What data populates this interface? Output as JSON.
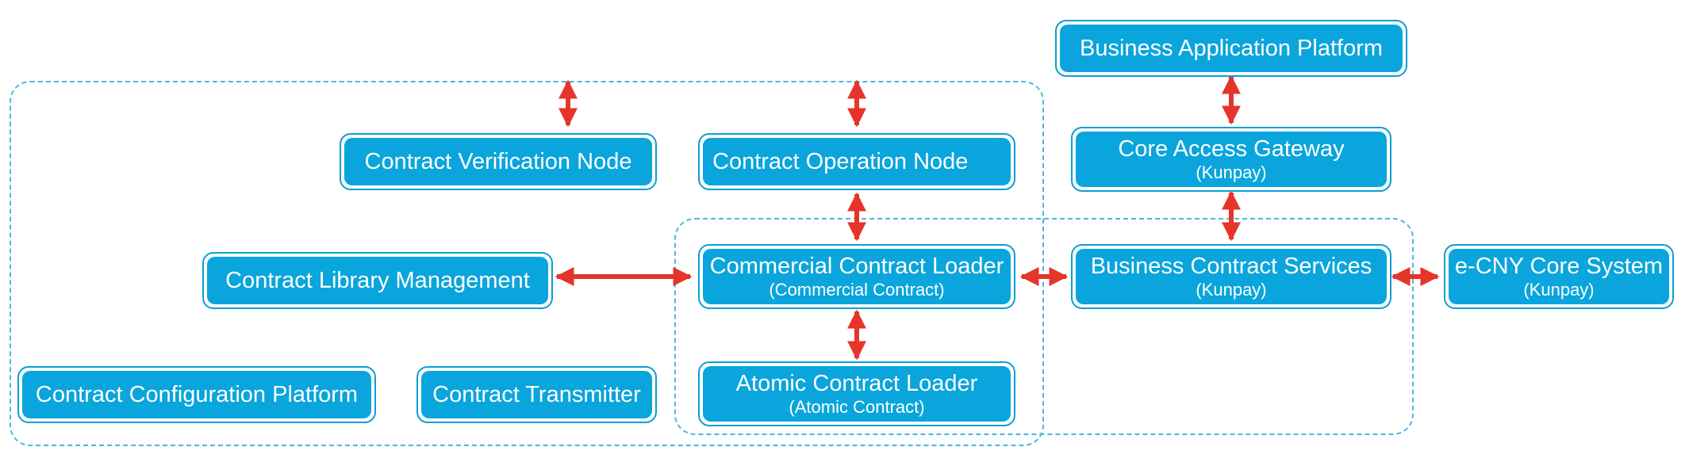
{
  "colors": {
    "node_fill": "#0aa5dc",
    "node_border": "#0a9fd6",
    "group_border": "#4fb8dc",
    "arrow": "#e5352b",
    "text": "#ffffff"
  },
  "nodes": {
    "business_application_platform": {
      "title": "Business Application Platform"
    },
    "core_access_gateway": {
      "title": "Core Access Gateway",
      "subtitle": "(Kunpay)"
    },
    "contract_verification_node": {
      "title": "Contract Verification Node"
    },
    "contract_operation_node": {
      "title": "Contract Operation Node"
    },
    "contract_library_management": {
      "title": "Contract Library Management"
    },
    "commercial_contract_loader": {
      "title": "Commercial Contract Loader",
      "subtitle": "(Commercial Contract)"
    },
    "business_contract_services": {
      "title": "Business Contract Services",
      "subtitle": "(Kunpay)"
    },
    "ecny_core_system": {
      "title": "e-CNY Core System",
      "subtitle": "(Kunpay)"
    },
    "contract_configuration_platform": {
      "title": "Contract Configuration Platform"
    },
    "contract_transmitter": {
      "title": "Contract Transmitter"
    },
    "atomic_contract_loader": {
      "title": "Atomic Contract Loader",
      "subtitle": "(Atomic Contract)"
    }
  },
  "connections": [
    {
      "from": "business_application_platform",
      "to": "core_access_gateway",
      "bidirectional": true
    },
    {
      "from": "core_access_gateway",
      "to": "business_contract_services",
      "bidirectional": true
    },
    {
      "from": "contract_operation_node",
      "to": "commercial_contract_loader",
      "bidirectional": true
    },
    {
      "from": "contract_library_management",
      "to": "commercial_contract_loader",
      "bidirectional": true
    },
    {
      "from": "commercial_contract_loader",
      "to": "business_contract_services",
      "bidirectional": true
    },
    {
      "from": "business_contract_services",
      "to": "ecny_core_system",
      "bidirectional": true
    },
    {
      "from": "commercial_contract_loader",
      "to": "atomic_contract_loader",
      "bidirectional": true
    },
    {
      "from": "contract_verification_node",
      "to": "outer_group_boundary",
      "bidirectional": true
    },
    {
      "from": "contract_operation_node",
      "to": "outer_group_boundary",
      "bidirectional": true
    }
  ]
}
